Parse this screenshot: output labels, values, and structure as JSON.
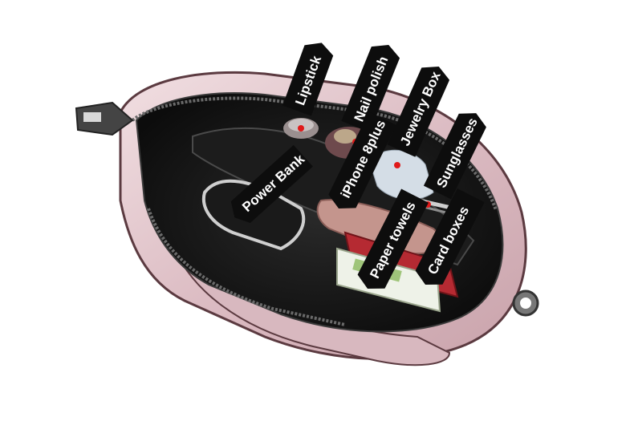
{
  "labels": [
    {
      "key": "lipstick",
      "text": "Lipstick"
    },
    {
      "key": "nail_polish",
      "text": "Nail polish"
    },
    {
      "key": "jewelry_box",
      "text": "Jewelry Box"
    },
    {
      "key": "sunglasses",
      "text": "Sunglasses"
    },
    {
      "key": "power_bank",
      "text": "Power Bank"
    },
    {
      "key": "iphone",
      "text": "iPhone 8plus"
    },
    {
      "key": "paper_towels",
      "text": "Paper towels"
    },
    {
      "key": "card_boxes",
      "text": "Card boxes"
    }
  ],
  "colors": {
    "tag_background": "#0d0d0d",
    "tag_text": "#ffffff",
    "marker": "#e01919",
    "bag_leather": "#e6cfd4",
    "bag_lining": "#151515"
  }
}
